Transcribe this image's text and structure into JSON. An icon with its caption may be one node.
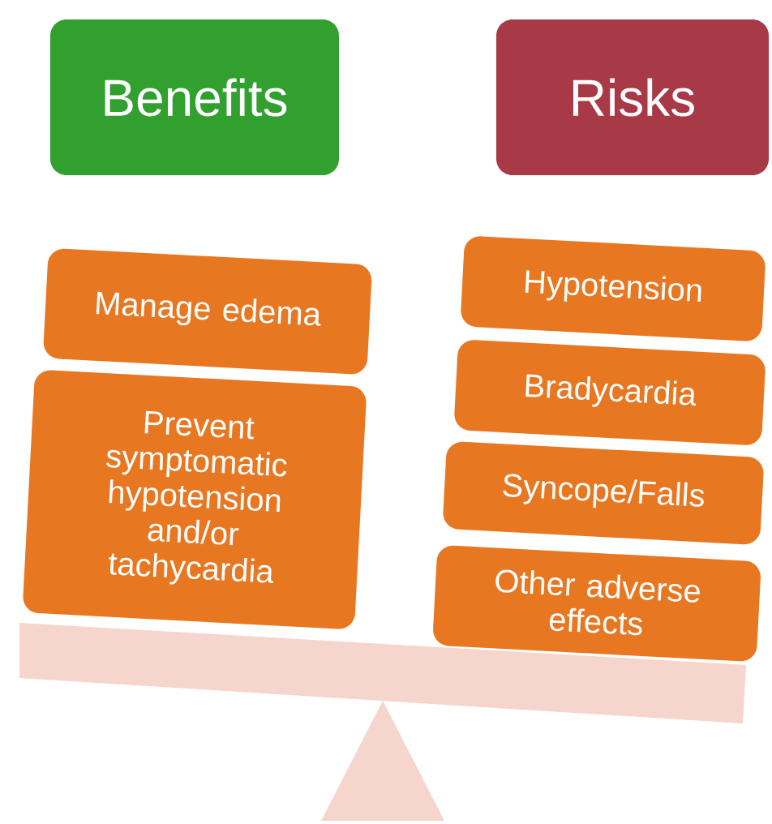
{
  "diagram": {
    "nodes": [
      {
        "text": [
          "Benefits"
        ]
      },
      {
        "text": [
          "Risks"
        ]
      },
      {
        "text": [
          "Manage edema"
        ]
      },
      {
        "text": [
          "Prevent symptomatic hypotension and/or tachycardia"
        ]
      },
      {
        "text": [
          "Hypotension"
        ]
      },
      {
        "text": [
          "Bradycardia"
        ]
      },
      {
        "text": [
          "Syncope/Falls"
        ]
      },
      {
        "text": [
          "Other adverse effects"
        ]
      }
    ]
  }
}
